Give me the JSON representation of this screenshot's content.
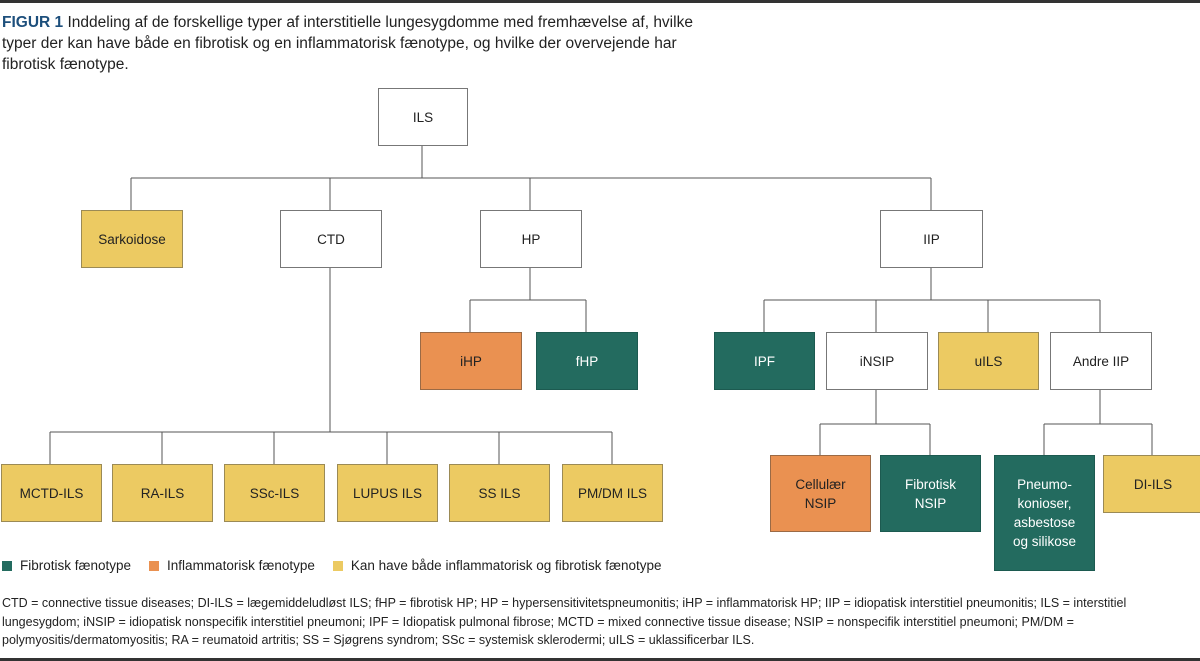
{
  "caption": {
    "label": "FIGUR 1",
    "text": " Inddeling af de forskellige typer af interstitielle lungesygdomme med fremhævelse af, hvilke typer der kan have både en fibrotisk og en inflammatorisk fænotype, og hvilke der overvejende har fibrotisk fænotype."
  },
  "nodes": {
    "ils": "ILS",
    "sarkoidose": "Sarkoidose",
    "ctd": "CTD",
    "hp": "HP",
    "iip": "IIP",
    "ihp": "iHP",
    "fhp": "fHP",
    "ipf": "IPF",
    "insip": "iNSIP",
    "uils": "uILS",
    "andre_iip": "Andre IIP",
    "mctd_ils": "MCTD-ILS",
    "ra_ils": "RA-ILS",
    "ssc_ils": "SSc-ILS",
    "lupus_ils": "LUPUS ILS",
    "ss_ils": "SS ILS",
    "pmdm_ils": "PM/DM ILS",
    "cellulaer_nsip": "Cellulær NSIP",
    "fibrotisk_nsip": "Fibrotisk NSIP",
    "pneumokonioser": "Pneumo-konioser, asbestose og silikose",
    "di_ils": "DI-ILS"
  },
  "colors": {
    "fibrotic": "#236b5f",
    "inflammatory": "#ea9151",
    "both": "#ecca62"
  },
  "legend": [
    "Fibrotisk fænotype",
    "Inflammatorisk fænotype",
    "Kan have både inflammatorisk og fibrotisk fænotype"
  ],
  "notes": "CTD = connective tissue diseases; DI-ILS = lægemiddeludløst ILS; fHP = fibrotisk HP; HP = hypersensitivitetspneumonitis; iHP = inflammatorisk HP; IIP = idiopatisk interstitiel pneumonitis; ILS = interstitiel lungesygdom; iNSIP = idiopatisk nonspecifik interstitiel pneumoni; IPF = Idiopatisk pulmonal fibrose; MCTD = mixed connective tissue disease; NSIP = nonspecifik interstitiel pneumoni; PM/DM = polymyositis/dermatomyositis; RA = reumatoid artritis; SS = Sjøgrens syndrom; SSc = systemisk sklerodermi; uILS = uklassificerbar ILS."
}
